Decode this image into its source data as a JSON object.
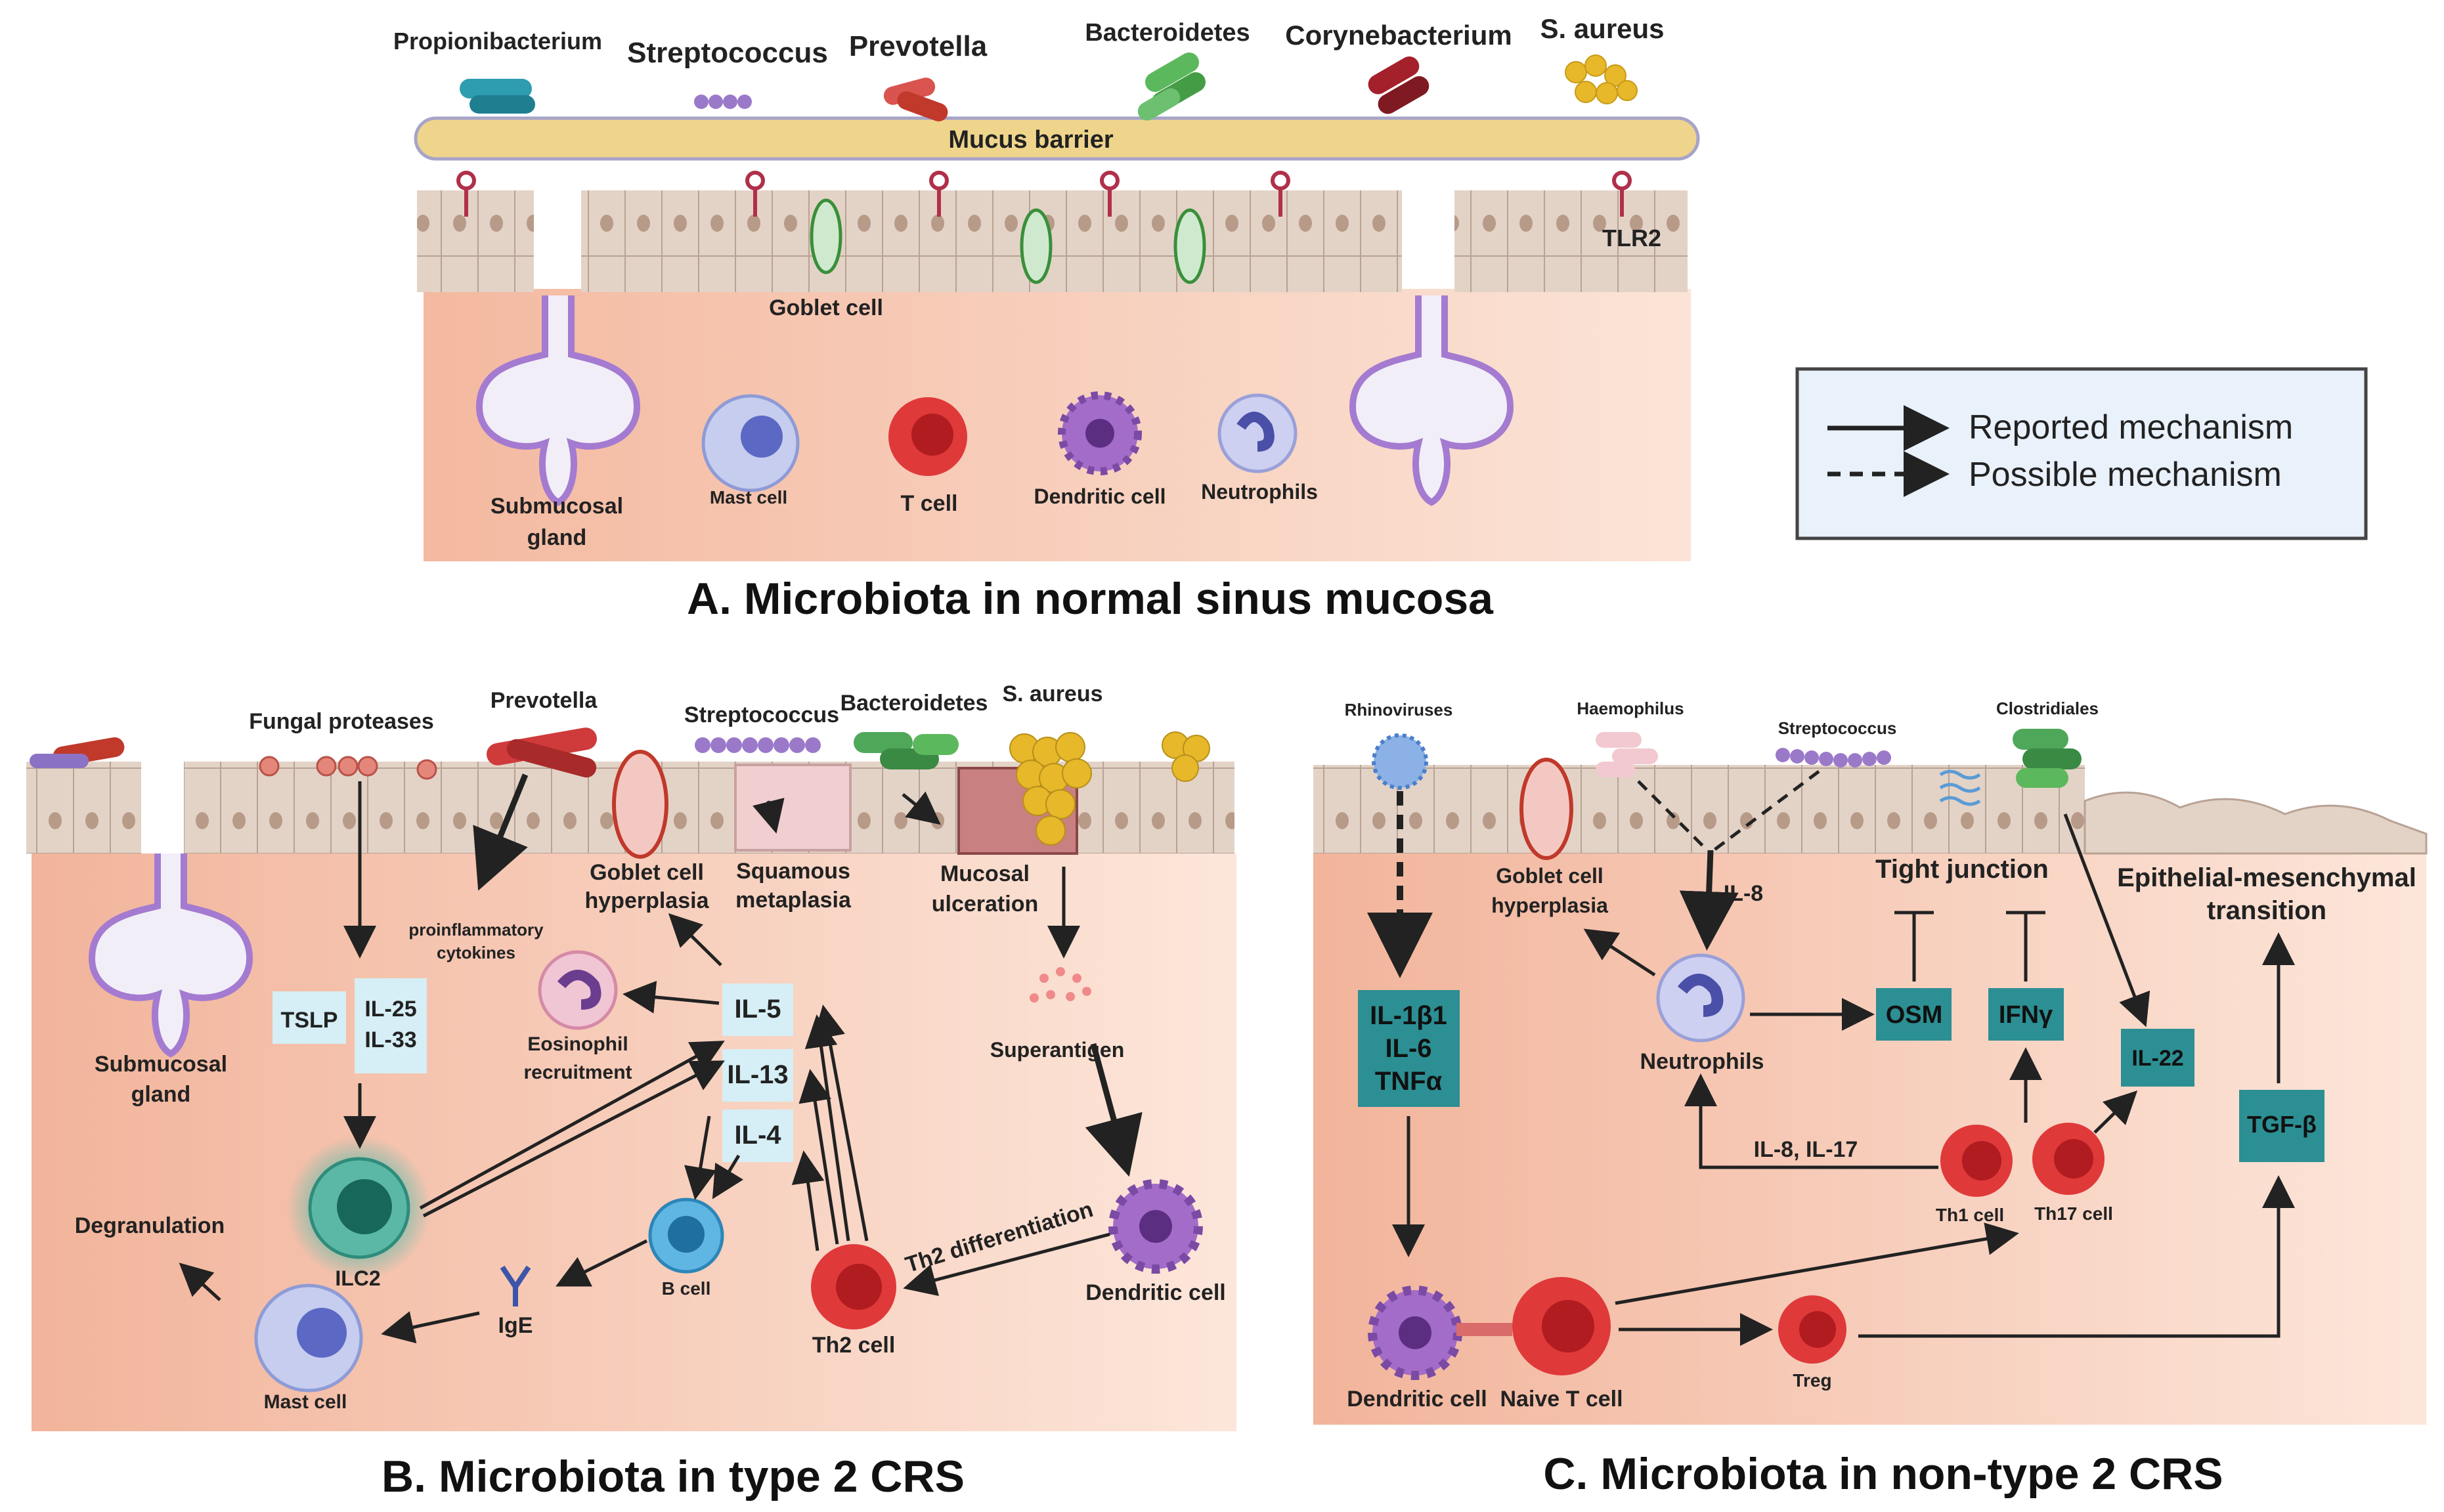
{
  "panel_a": {
    "title": "A. Microbiota in normal sinus mucosa",
    "bacteria": {
      "propionibacterium": "Propionibacterium",
      "streptococcus": "Streptococcus",
      "prevotella": "Prevotella",
      "bacteroidetes": "Bacteroidetes",
      "corynebacterium": "Corynebacterium",
      "s_aureus": "S. aureus"
    },
    "mucus_barrier": "Mucus barrier",
    "tlr2": "TLR2",
    "goblet_cell": "Goblet cell",
    "submucosal_gland_1": "Submucosal",
    "submucosal_gland_2": "gland",
    "mast_cell": "Mast cell",
    "t_cell": "T  cell",
    "dendritic_cell": "Dendritic cell",
    "neutrophils": "Neutrophils"
  },
  "legend": {
    "reported": "Reported mechanism",
    "possible": "Possible mechanism"
  },
  "panel_b": {
    "title": "B. Microbiota in type 2 CRS",
    "fungal_proteases": "Fungal proteases",
    "prevotella": "Prevotella",
    "streptococcus": "Streptococcus",
    "bacteroidetes": "Bacteroidetes",
    "s_aureus": "S. aureus",
    "proinflammatory_1": "proinflammatory",
    "proinflammatory_2": "cytokines",
    "goblet_hyperplasia_1": "Goblet cell",
    "goblet_hyperplasia_2": "hyperplasia",
    "squamous_1": "Squamous",
    "squamous_2": "metaplasia",
    "ulceration_1": "Mucosal",
    "ulceration_2": "ulceration",
    "submucosal_gland_1": "Submucosal",
    "submucosal_gland_2": "gland",
    "tslp": "TSLP",
    "il25": "IL-25",
    "il33": "IL-33",
    "eosinophil_1": "Eosinophil",
    "eosinophil_2": "recruitment",
    "il5": "IL-5",
    "il13": "IL-13",
    "il4": "IL-4",
    "superantigen": "Superantigen",
    "degranulation": "Degranulation",
    "ilc2": "ILC2",
    "ige": "IgE",
    "b_cell": "B cell",
    "mast_cell": "Mast cell",
    "th2_cell": "Th2  cell",
    "th2_diff": "Th2 differentiation",
    "dendritic_cell": "Dendritic cell"
  },
  "panel_c": {
    "title": "C. Microbiota in non-type 2 CRS",
    "rhinoviruses": "Rhinoviruses",
    "haemophilus": "Haemophilus",
    "streptococcus": "Streptococcus",
    "clostridiales": "Clostridiales",
    "goblet_hyperplasia_1": "Goblet cell",
    "goblet_hyperplasia_2": "hyperplasia",
    "il8": "IL-8",
    "tight_junction": "Tight junction",
    "emt_1": "Epithelial-mesenchymal",
    "emt_2": "transition",
    "cytokines_1": "IL-1β1",
    "cytokines_2": "IL-6",
    "cytokines_3": "TNFα",
    "neutrophils": "Neutrophils",
    "osm": "OSM",
    "ifng": "IFNγ",
    "il22": "IL-22",
    "tgfb": "TGF-β",
    "il8_il17": "IL-8, IL-17",
    "th1_cell": "Th1  cell",
    "th17_cell": "Th17  cell",
    "dendritic_cell": "Dendritic cell",
    "naive_t_cell": "Naive T cell",
    "treg": "Treg"
  },
  "colors": {
    "tissue": "#f6cdb8",
    "epithelium": "#e2d2c6",
    "mucus": "#efd58c",
    "teal_box": "#2c8f93",
    "light_box": "#d6eef5",
    "legend_bg": "#e9f1fb",
    "t_cell_red": "#d8302f"
  }
}
